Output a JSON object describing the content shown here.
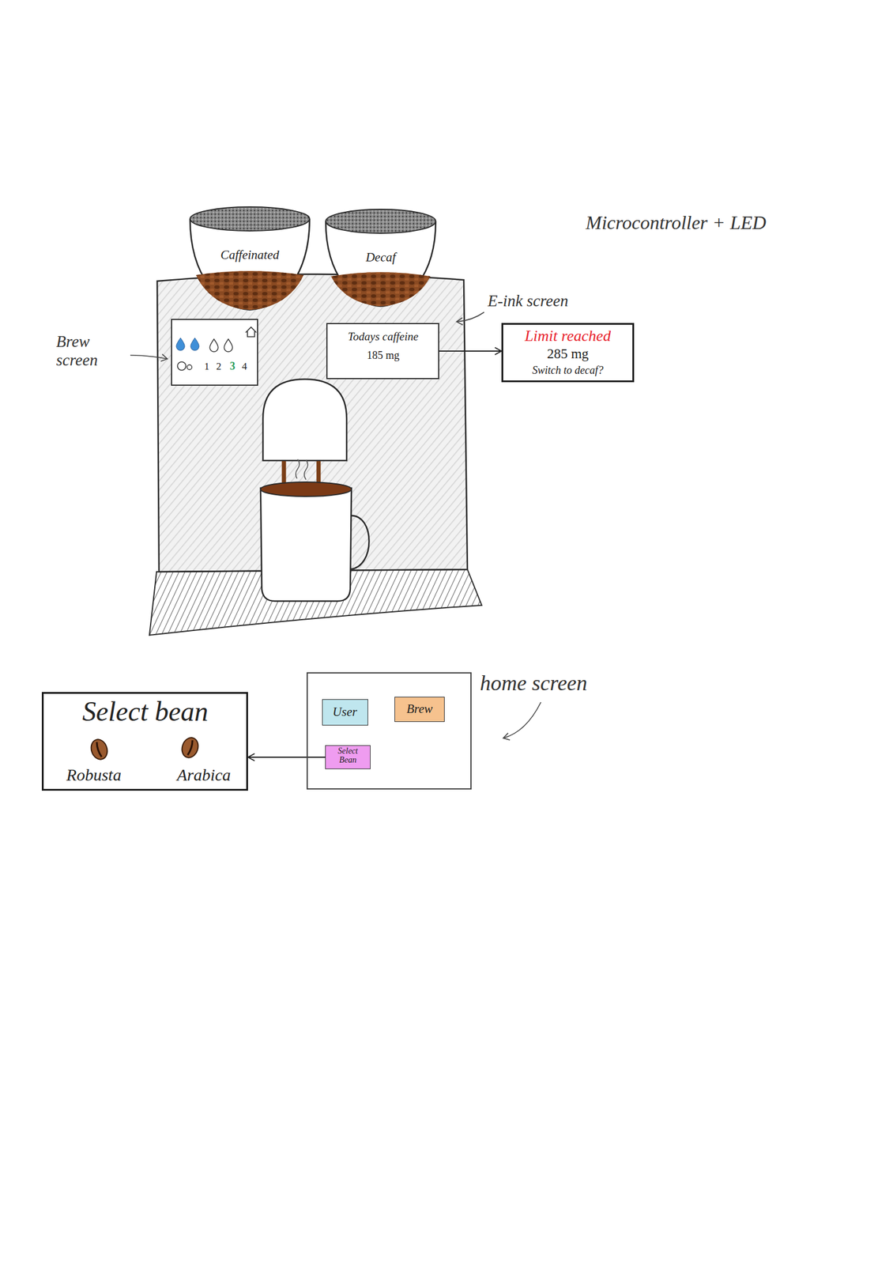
{
  "diagram": {
    "nodes": [
      {
        "text": [
          "Caffeinated"
        ]
      },
      {
        "text": [
          "Decaf"
        ]
      },
      {
        "text": [
          "1",
          "2",
          "3",
          "4"
        ]
      },
      {
        "text": [
          "Todays caffeine",
          "185 mg"
        ]
      },
      {
        "text": [
          "Limit reached",
          "285 mg",
          "Switch to decaf?"
        ]
      },
      {
        "text": [
          "Select bean",
          "Robusta",
          "Arabica"
        ]
      },
      {
        "text": []
      },
      {
        "text": [
          "User"
        ],
        "in": 6
      },
      {
        "text": [
          "Brew"
        ],
        "in": 6
      },
      {
        "text": [
          "Select Bean"
        ],
        "in": 6
      }
    ],
    "edges": [
      {
        "from": 3,
        "to": 4,
        "arrow": "to"
      },
      {
        "from": 9,
        "to": 5,
        "arrow": "to"
      }
    ],
    "labels": [
      "Brew screen",
      "E-ink screen",
      "Microcontroller + LED",
      "home screen"
    ]
  }
}
